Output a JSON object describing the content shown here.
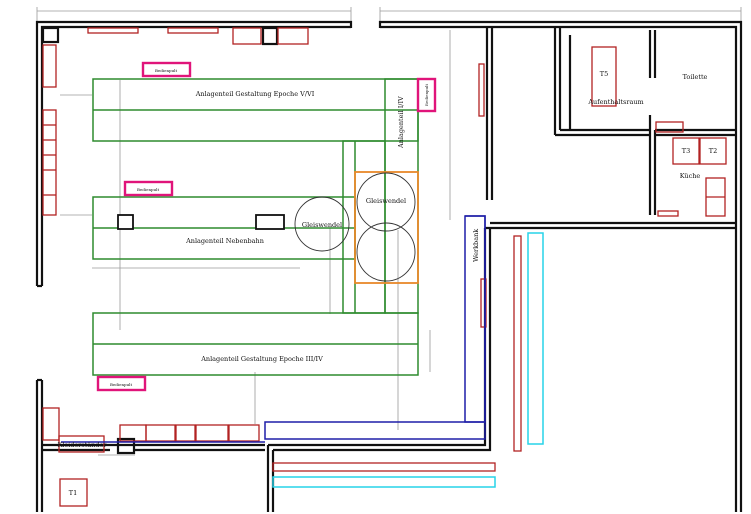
{
  "labels": {
    "epoche_v_vi": "Anlagenteil Gestaltung Epoche V/VI",
    "nebenbahn": "Anlagenteil Nebenbahn",
    "epoche_iii_iv": "Anlagenteil Gestaltung Epoche III/IV",
    "anlagenteil_i_iv": "Anlagenteil I/IV",
    "gleiswendel_left": "Gleiswendel",
    "gleiswendel_right": "Gleiswendel",
    "bedienpult_1": "Bedienpult",
    "bedienpult_2": "Bedienpult",
    "bedienpult_3": "Bedienpult",
    "bedienpult_4": "Bedienpult",
    "werkbank": "Werkbank",
    "kleiderstaender": "Kleiderständer",
    "aufenthaltsraum": "Aufenthaltsraum",
    "toilette": "Toilette",
    "kueche": "Küche",
    "t1": "T1",
    "t2": "T2",
    "t3": "T3",
    "t5": "T5"
  },
  "colors": {
    "wall": "#111111",
    "layout": "#2e8b2e",
    "helix": "#e8892a",
    "control_desk": "#e0147a",
    "furniture": "#b22222",
    "workbench": "#1f1fa8",
    "cyan": "#27d3e8",
    "dimension": "#9a9a9a"
  }
}
